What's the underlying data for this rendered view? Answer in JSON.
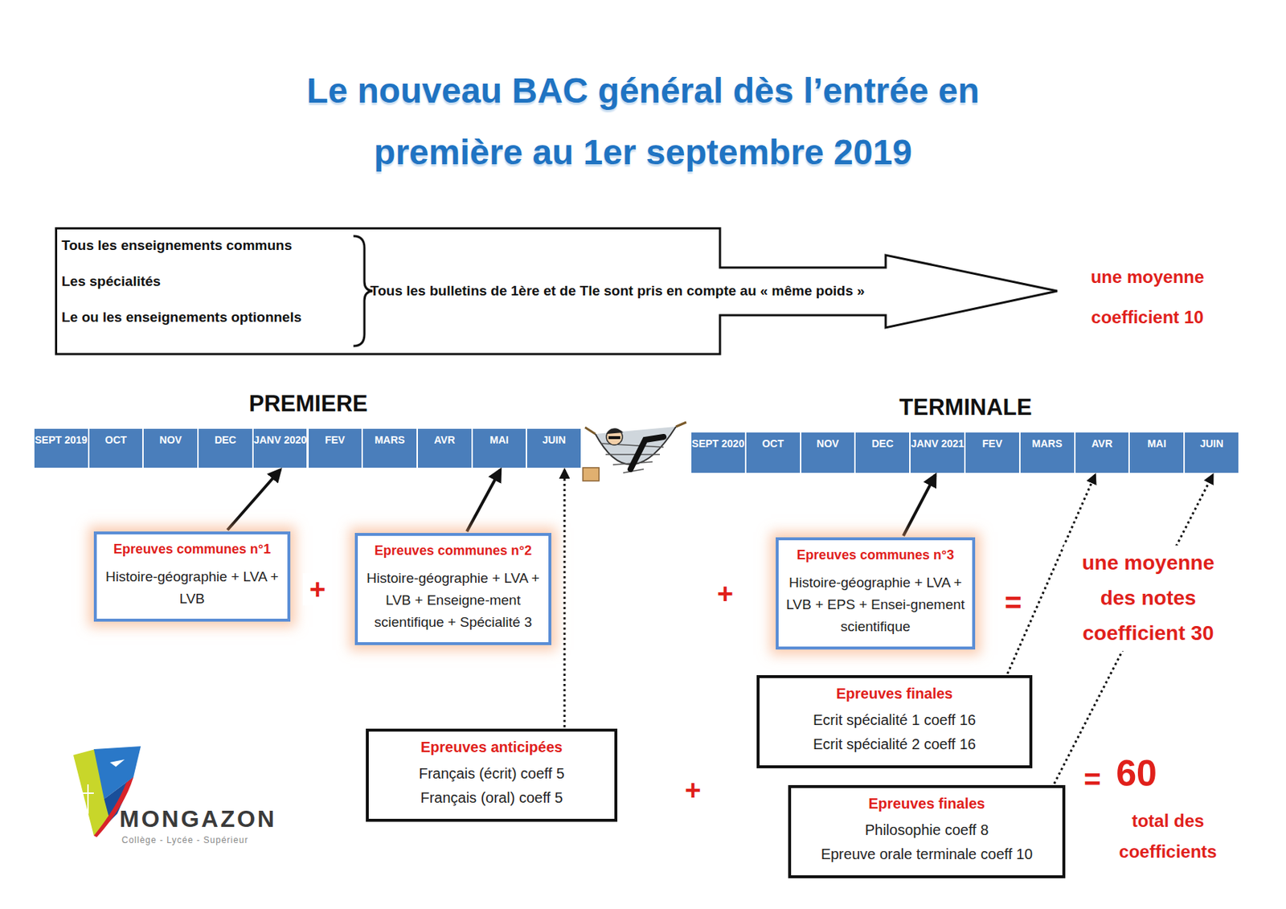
{
  "diagram": {
    "title": "Le nouveau BAC général dès l’entrée en première au 1er septembre 2019",
    "nodes": [
      {
        "text": [
          "Tous les enseignements communs",
          "Les spécialités",
          "Le ou les enseignements optionnels",
          "Tous les bulletins de 1ère et de Tle sont pris en compte au « même poids »"
        ]
      },
      {
        "text": [
          "PREMIERE"
        ]
      },
      {
        "text": [
          "SEPT 2019"
        ],
        "in": 1
      },
      {
        "text": [
          "OCT"
        ],
        "in": 1
      },
      {
        "text": [
          "NOV"
        ],
        "in": 1
      },
      {
        "text": [
          "DEC"
        ],
        "in": 1
      },
      {
        "text": [
          "JANV 2020"
        ],
        "in": 1
      },
      {
        "text": [
          "FEV"
        ],
        "in": 1
      },
      {
        "text": [
          "MARS"
        ],
        "in": 1
      },
      {
        "text": [
          "AVR"
        ],
        "in": 1
      },
      {
        "text": [
          "MAI"
        ],
        "in": 1
      },
      {
        "text": [
          "JUIN"
        ],
        "in": 1
      },
      {
        "text": [
          "TERMINALE"
        ]
      },
      {
        "text": [
          "SEPT 2020"
        ],
        "in": 12
      },
      {
        "text": [
          "OCT"
        ],
        "in": 12
      },
      {
        "text": [
          "NOV"
        ],
        "in": 12
      },
      {
        "text": [
          "DEC"
        ],
        "in": 12
      },
      {
        "text": [
          "JANV 2021"
        ],
        "in": 12
      },
      {
        "text": [
          "FEV"
        ],
        "in": 12
      },
      {
        "text": [
          "MARS"
        ],
        "in": 12
      },
      {
        "text": [
          "AVR"
        ],
        "in": 12
      },
      {
        "text": [
          "MAI"
        ],
        "in": 12
      },
      {
        "text": [
          "JUIN"
        ],
        "in": 12
      },
      {
        "text": [
          "Epreuves communes n°1",
          "Histoire-géographie + LVA + LVB"
        ]
      },
      {
        "text": [
          "Epreuves communes n°2",
          "Histoire-géographie + LVA + LVB + Enseigne-ment scientifique + Spécialité 3"
        ]
      },
      {
        "text": [
          "Epreuves communes n°3",
          "Histoire-géographie + LVA + LVB + EPS + Ensei-gnement scientifique"
        ]
      },
      {
        "text": [
          "Epreuves anticipées",
          "Français (écrit) coeff 5",
          "Français (oral) coeff 5"
        ]
      },
      {
        "text": [
          "Epreuves finales",
          "Ecrit spécialité 1 coeff 16",
          "Ecrit spécialité 2 coeff 16"
        ]
      },
      {
        "text": [
          "Epreuves finales",
          "Philosophie coeff 8",
          "Epreuve orale terminale coeff 10"
        ]
      }
    ],
    "edges": [
      {
        "from": 23,
        "to": 6,
        "arrow": "to"
      },
      {
        "from": 24,
        "to": 10,
        "arrow": "to"
      },
      {
        "from": 26,
        "to": 11,
        "arrow": "to"
      },
      {
        "from": 25,
        "to": 17,
        "arrow": "to"
      },
      {
        "from": 27,
        "to": 20,
        "arrow": "to"
      },
      {
        "from": 28,
        "to": 22,
        "arrow": "to"
      }
    ],
    "labels": [
      "une moyenne coefficient 10",
      "+",
      "+",
      "+",
      "=",
      "une moyenne des notes coefficient 30",
      "=",
      "60",
      "total des coefficients",
      "MONGAZON",
      "Collège - Lycée - Supérieur"
    ]
  }
}
